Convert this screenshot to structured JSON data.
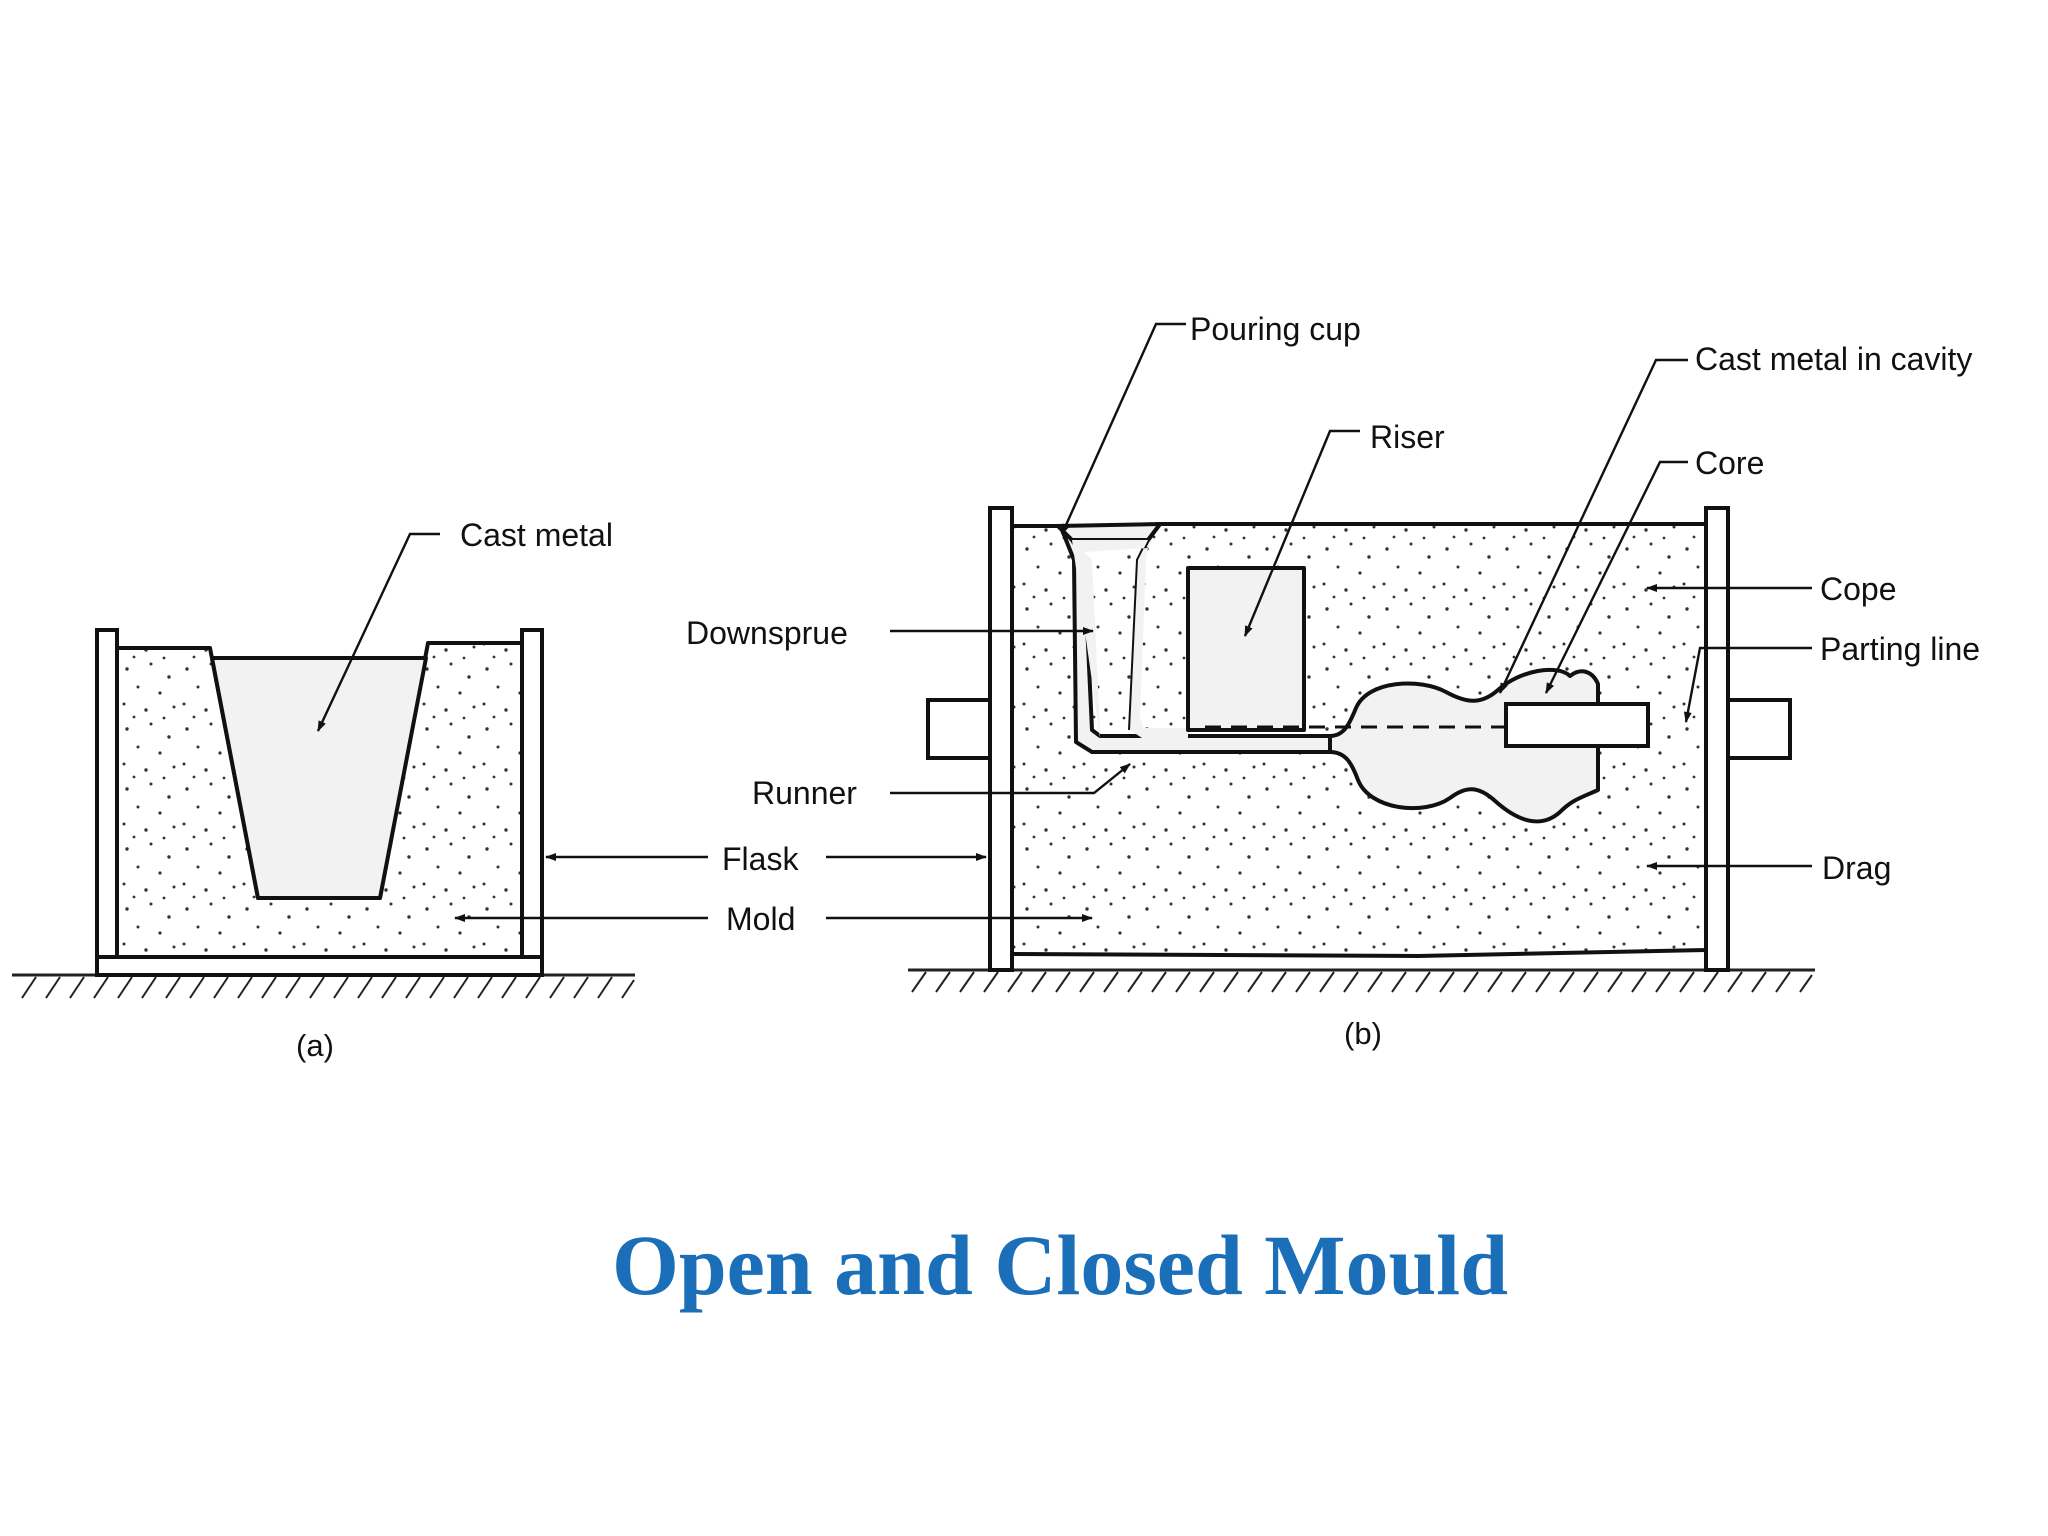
{
  "labels": {
    "cast_metal": "Cast metal",
    "pouring_cup": "Pouring cup",
    "riser": "Riser",
    "cast_metal_in_cavity": "Cast metal in cavity",
    "core": "Core",
    "cope": "Cope",
    "parting_line": "Parting line",
    "downsprue": "Downsprue",
    "runner": "Runner",
    "flask": "Flask",
    "mold": "Mold",
    "drag": "Drag"
  },
  "captions": {
    "a": "(a)",
    "b": "(b)"
  },
  "title": "Open and Closed Mould",
  "colors": {
    "title": "#1a6fb8",
    "line": "#111111",
    "metal": "#f2f2f2",
    "sand_dots": "#333333"
  }
}
